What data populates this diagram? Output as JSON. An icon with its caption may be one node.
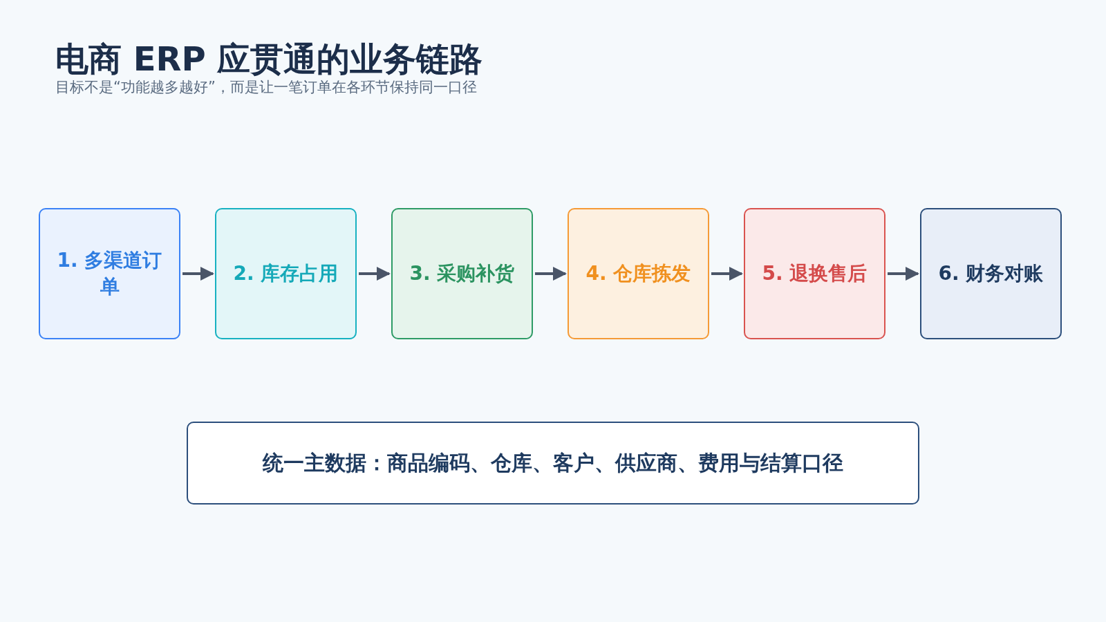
{
  "diagram": {
    "title": "电商 ERP 应贯通的业务链路",
    "caption": "目标不是“功能越多越好”，而是让一笔订单在各环节保持同一口径",
    "nodes": [
      {
        "text": [
          "1. 多渠道订单"
        ]
      },
      {
        "text": [
          "2. 库存占用"
        ]
      },
      {
        "text": [
          "3. 采购补货"
        ]
      },
      {
        "text": [
          "4. 仓库拣发"
        ]
      },
      {
        "text": [
          "5. 退换售后"
        ]
      },
      {
        "text": [
          "6. 财务对账"
        ]
      },
      {
        "text": [
          "统一主数据：商品编码、仓库、客户、供应商、费用与结算口径"
        ]
      }
    ],
    "edges": [
      {
        "from": 0,
        "to": 1,
        "arrow": "to"
      },
      {
        "from": 1,
        "to": 2,
        "arrow": "to"
      },
      {
        "from": 2,
        "to": 3,
        "arrow": "to"
      },
      {
        "from": 3,
        "to": 4,
        "arrow": "to"
      },
      {
        "from": 4,
        "to": 5,
        "arrow": "to"
      }
    ]
  }
}
